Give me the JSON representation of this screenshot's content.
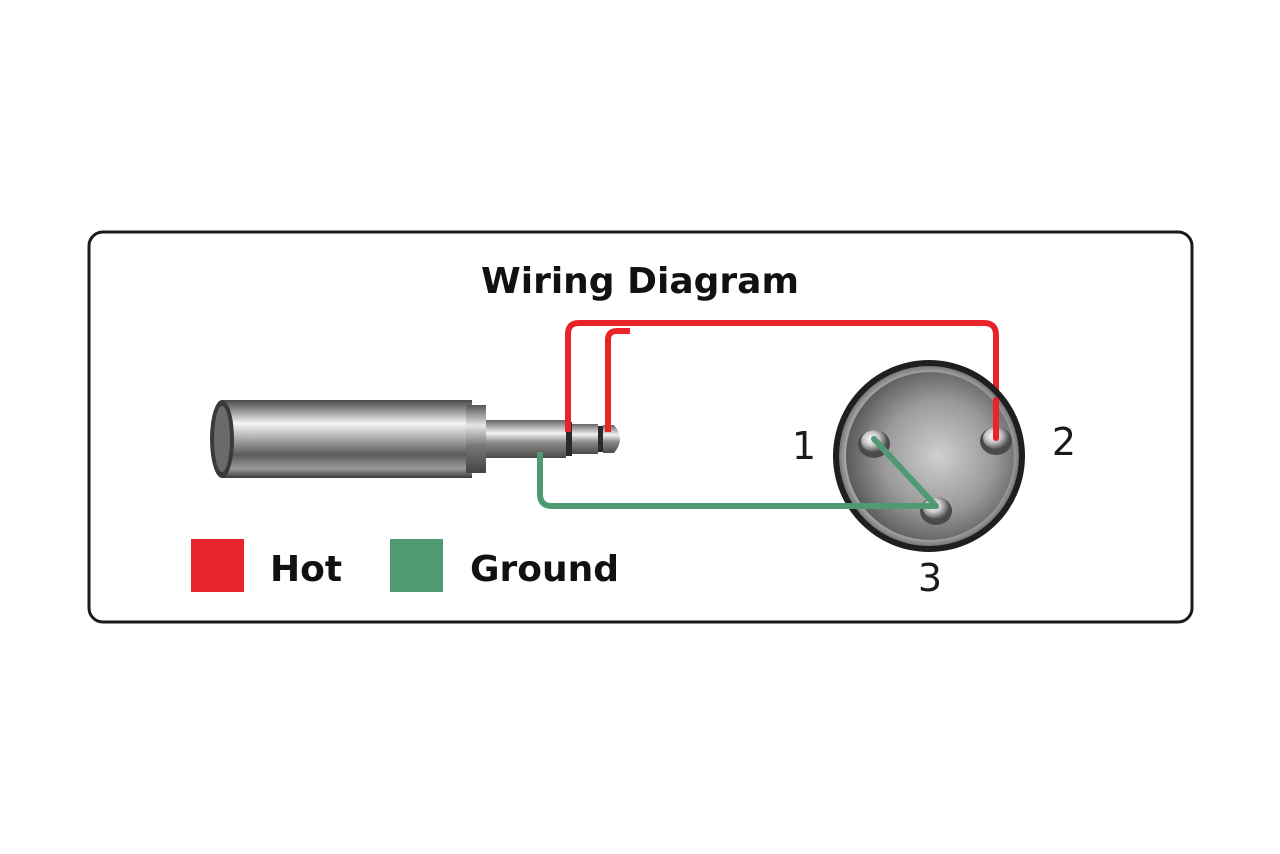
{
  "diagram": {
    "title": "Wiring Diagram"
  },
  "legend": {
    "items": [
      {
        "label": "Hot",
        "color": "#e8232a"
      },
      {
        "label": "Ground",
        "color": "#4f9a72"
      }
    ]
  },
  "xlr_connector": {
    "pins": [
      {
        "label": "1"
      },
      {
        "label": "2"
      },
      {
        "label": "3"
      }
    ]
  },
  "colors": {
    "hot_wire": "#e8232a",
    "ground_wire": "#4f9a72",
    "frame_border": "#1a1a1a"
  },
  "icons": {
    "plug": "trs-plug-icon",
    "connector": "xlr-connector-icon"
  }
}
